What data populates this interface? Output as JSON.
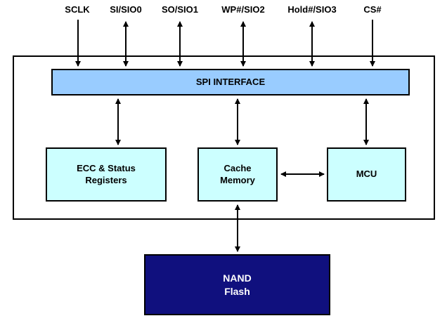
{
  "diagram": {
    "type": "block-diagram",
    "description": "SPI NAND flash functional block diagram",
    "signals": [
      {
        "label": "SCLK",
        "direction": "input"
      },
      {
        "label": "SI/SIO0",
        "direction": "bidirectional"
      },
      {
        "label": "SO/SIO1",
        "direction": "bidirectional"
      },
      {
        "label": "WP#/SIO2",
        "direction": "bidirectional"
      },
      {
        "label": "Hold#/SIO3",
        "direction": "bidirectional"
      },
      {
        "label": "CS#",
        "direction": "input"
      }
    ],
    "blocks": {
      "spi_interface": {
        "label": "SPI INTERFACE",
        "fill": "#99CCFF",
        "text_color": "#000000"
      },
      "ecc_status_registers": {
        "label": "ECC & Status\nRegisters",
        "fill": "#CCFFFF",
        "text_color": "#000000"
      },
      "cache_memory": {
        "label": "Cache\nMemory",
        "fill": "#CCFFFF",
        "text_color": "#000000"
      },
      "mcu": {
        "label": "MCU",
        "fill": "#CCFFFF",
        "text_color": "#000000"
      },
      "nand_flash": {
        "label": "NAND\nFlash",
        "fill": "#10107E",
        "text_color": "#FFFFFF"
      }
    },
    "connections": [
      {
        "from": "SCLK",
        "to": "spi_interface",
        "type": "unidirectional"
      },
      {
        "from": "SI/SIO0",
        "to": "spi_interface",
        "type": "bidirectional"
      },
      {
        "from": "SO/SIO1",
        "to": "spi_interface",
        "type": "bidirectional"
      },
      {
        "from": "WP#/SIO2",
        "to": "spi_interface",
        "type": "bidirectional"
      },
      {
        "from": "Hold#/SIO3",
        "to": "spi_interface",
        "type": "bidirectional"
      },
      {
        "from": "CS#",
        "to": "spi_interface",
        "type": "unidirectional"
      },
      {
        "from": "spi_interface",
        "to": "ecc_status_registers",
        "type": "bidirectional"
      },
      {
        "from": "spi_interface",
        "to": "cache_memory",
        "type": "bidirectional"
      },
      {
        "from": "spi_interface",
        "to": "mcu",
        "type": "bidirectional"
      },
      {
        "from": "cache_memory",
        "to": "mcu",
        "type": "bidirectional"
      },
      {
        "from": "cache_memory",
        "to": "nand_flash",
        "type": "bidirectional"
      }
    ],
    "colors": {
      "line": "#000000",
      "background": "#FFFFFF"
    }
  }
}
